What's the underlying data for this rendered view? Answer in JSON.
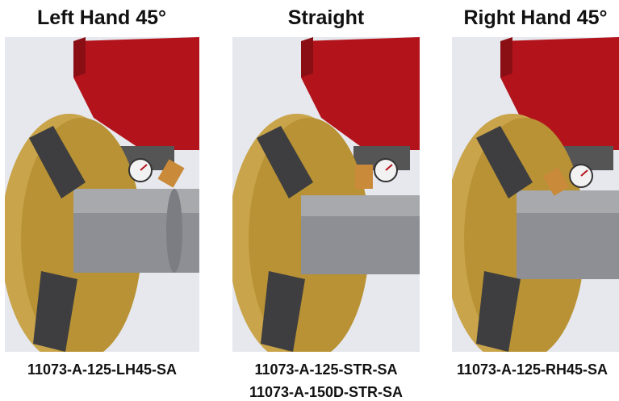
{
  "panels": [
    {
      "title": "Left Hand 45°",
      "codes": [
        "11073-A-125-LH45-SA"
      ]
    },
    {
      "title": "Straight",
      "codes": [
        "11073-A-125-STR-SA",
        "11073-A-150D-STR-SA"
      ]
    },
    {
      "title": "Right Hand 45°",
      "codes": [
        "11073-A-125-RH45-SA"
      ]
    }
  ],
  "colors": {
    "chuck": "#c9a44a",
    "jaw": "#3e3e40",
    "shaft": "#8d8f94",
    "tool_holder": "#b3141b",
    "background": "#e6e8ee"
  },
  "icons": [
    "lathe-chuck-illustration",
    "dial-indicator-icon",
    "tool-holder-illustration"
  ]
}
